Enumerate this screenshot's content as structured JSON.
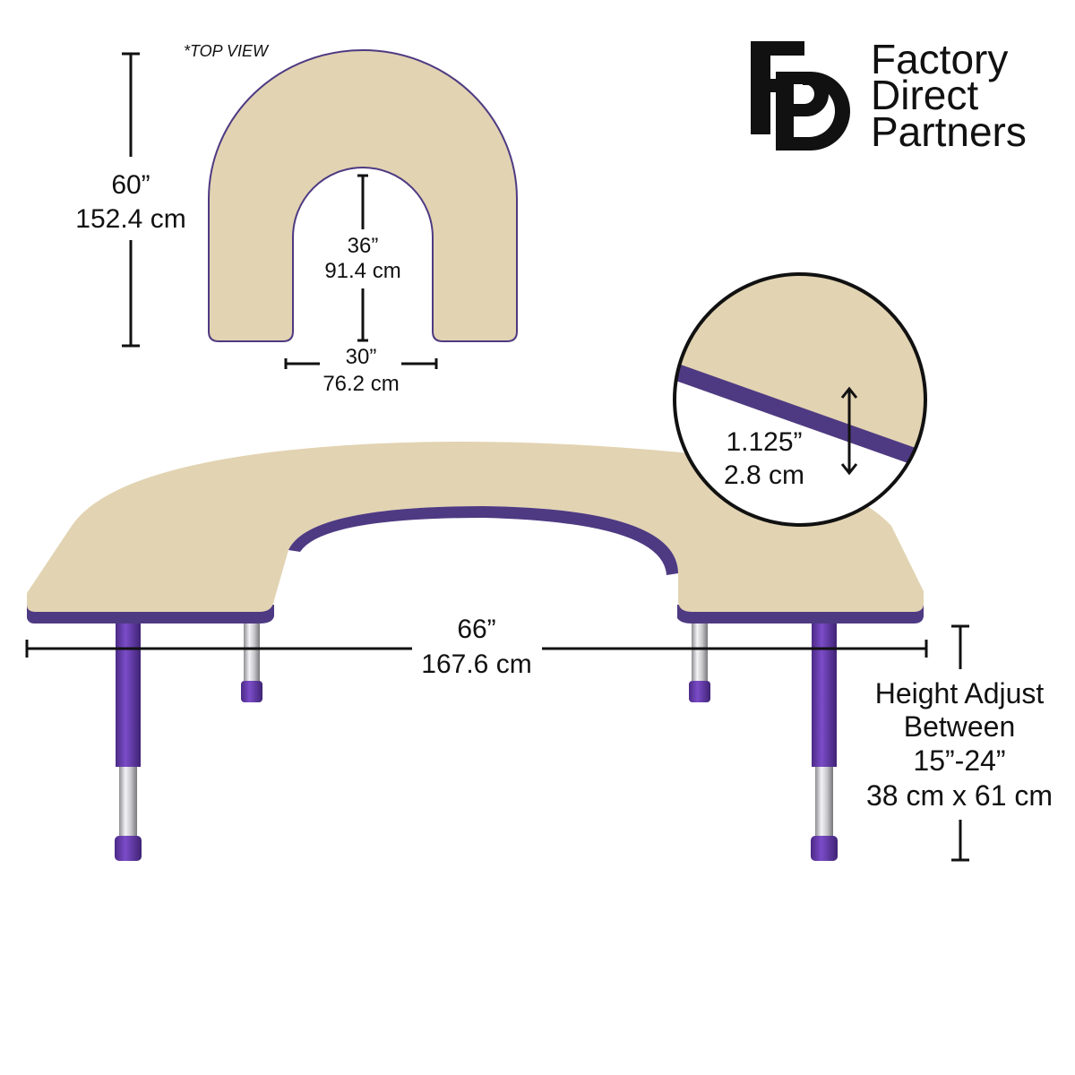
{
  "top_view": {
    "note": "*TOP VIEW",
    "depth_in": "60”",
    "depth_cm": "152.4 cm",
    "inner_depth_in": "36”",
    "inner_depth_cm": "91.4 cm",
    "inner_width_in": "30”",
    "inner_width_cm": "76.2 cm"
  },
  "brand": {
    "logo_letters": "FDP",
    "line1": "Factory",
    "line2": "Direct",
    "line3": "Partners"
  },
  "thickness": {
    "value_in": "1.125”",
    "value_cm": "2.8 cm"
  },
  "width": {
    "value_in": "66”",
    "value_cm": "167.6 cm"
  },
  "height_adjust": {
    "line1": "Height Adjust",
    "line2": "Between",
    "line3": "15”-24”",
    "line4": "38 cm x 61 cm"
  },
  "colors": {
    "tabletop": "#e2d3b2",
    "edge": "#4e3a82",
    "leg": "#6a3fb0",
    "chrome": "#c9c9cc"
  }
}
